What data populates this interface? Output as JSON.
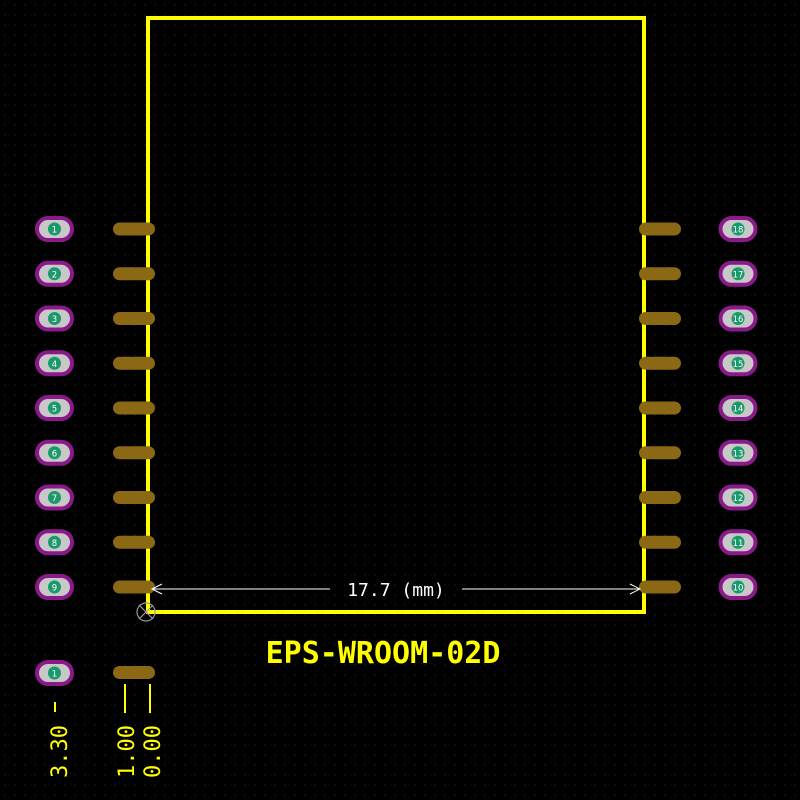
{
  "component": {
    "name": "EPS-WROOM-02D",
    "dimension_label": "17.7 (mm)"
  },
  "pads_left": [
    "1",
    "2",
    "3",
    "4",
    "5",
    "6",
    "7",
    "8",
    "9"
  ],
  "pads_right": [
    "18",
    "17",
    "16",
    "15",
    "14",
    "13",
    "12",
    "11",
    "10"
  ],
  "legend": {
    "pad_label": "1",
    "measurements": [
      "3.30",
      "1.00",
      "0.00"
    ]
  },
  "colors": {
    "background": "#000000",
    "grid_dot": "#3a3a3a",
    "silkscreen": "#ffff00",
    "smd_pad": "#8b6914",
    "th_pad_ring": "#8a1a8a",
    "th_pad_fill": "#c8c8c8",
    "th_pad_hole": "#1a9a6a",
    "dimension_line": "#ffffff",
    "origin_mark": "#9a9a9a"
  }
}
